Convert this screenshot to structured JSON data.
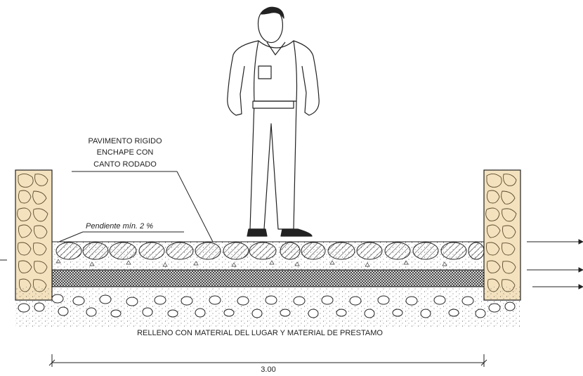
{
  "labels": {
    "pavement_line1": "PAVIMENTO RIGIDO",
    "pavement_line2": "ENCHAPE CON",
    "pavement_line3": "CANTO RODADO",
    "slope": "Pendiente mín. 2 %",
    "fill": "RELLENO CON MATERIAL DEL LUGAR Y MATERIAL DE PRESTAMO",
    "dimension": "3.00"
  },
  "colors": {
    "stone_wall": "#f4e2bf",
    "line": "#222222"
  },
  "icons": {
    "person": "standing-man-scale-figure"
  }
}
